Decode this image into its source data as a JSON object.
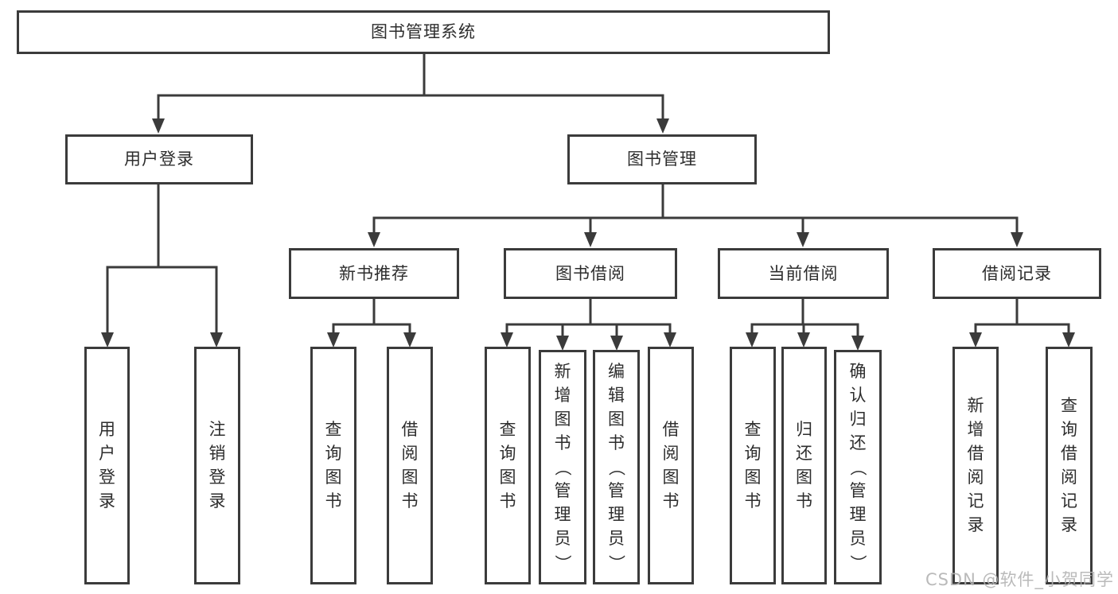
{
  "tree": {
    "label": "图书管理系统",
    "children": [
      {
        "label": "用户登录",
        "children": [
          {
            "label": "用户登录"
          },
          {
            "label": "注销登录"
          }
        ]
      },
      {
        "label": "图书管理",
        "children": [
          {
            "label": "新书推荐",
            "children": [
              {
                "label": "查询图书"
              },
              {
                "label": "借阅图书"
              }
            ]
          },
          {
            "label": "图书借阅",
            "children": [
              {
                "label": "查询图书"
              },
              {
                "label": "新增图书（管理员）"
              },
              {
                "label": "编辑图书（管理员）"
              },
              {
                "label": "借阅图书"
              }
            ]
          },
          {
            "label": "当前借阅",
            "children": [
              {
                "label": "查询图书"
              },
              {
                "label": "归还图书"
              },
              {
                "label": "确认归还（管理员）"
              }
            ]
          },
          {
            "label": "借阅记录",
            "children": [
              {
                "label": "新增借阅记录"
              },
              {
                "label": "查询借阅记录"
              }
            ]
          }
        ]
      }
    ]
  },
  "watermark": {
    "text": "CSDN @软件_小贺同学"
  },
  "colors": {
    "line": "#3b3b3b",
    "text": "#2d2d2d",
    "watermark": "#b2b2b2",
    "background": "#ffffff"
  }
}
